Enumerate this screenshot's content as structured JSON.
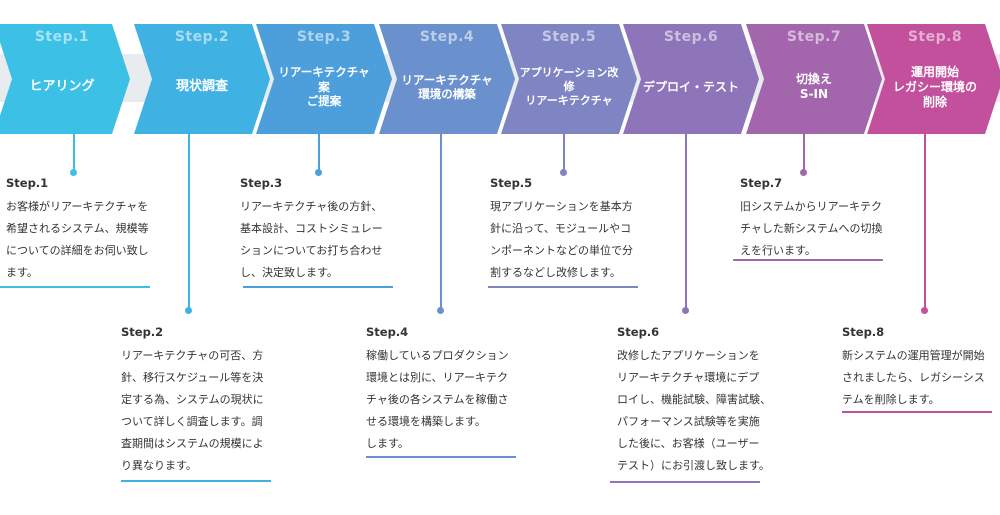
{
  "steps": [
    {
      "no": "Step.1",
      "title": "ヒアリング",
      "desc_title": "Step.1",
      "desc": "お客様がリアーキテクチャを\n希望されるシステム、規模等\nについての詳細をお伺い致し\nます。",
      "color": "#3cc0e6"
    },
    {
      "no": "Step.2",
      "title": "現状調査",
      "desc_title": "Step.2",
      "desc": "リアーキテクチャの可否、方\n針、移行スケジュール等を決\n定する為、システムの現状に\nついて詳しく調査します。調\n査期間はシステムの規模によ\nり異なります。",
      "color": "#3fb2e3"
    },
    {
      "no": "Step.3",
      "title": "リアーキテクチャ案\nご提案",
      "desc_title": "Step.3",
      "desc": "リアーキテクチャ後の方針、\n基本設計、コストシミュレー\nションについてお打ち合わせ\nし、決定致します。",
      "color": "#4d9fdb"
    },
    {
      "no": "Step.4",
      "title": "リアーキテクチャ\n環境の構築",
      "desc_title": "Step.4",
      "desc": "稼働しているプロダクション\n環境とは別に、リアーキテク\nチャ後の各システムを稼働さ\nせる環境を構築します。\nします。",
      "color": "#6a90cd"
    },
    {
      "no": "Step.5",
      "title": "アプリケーション改修\nリアーキテクチャ",
      "desc_title": "Step.5",
      "desc": "現アプリケーションを基本方\n針に沿って、モジュールやコ\nンポーネントなどの単位で分\n割するなどし改修します。",
      "color": "#7f85c3"
    },
    {
      "no": "Step.6",
      "title": "デプロイ・テスト",
      "desc_title": "Step.6",
      "desc": "改修したアプリケーションを\nリアーキテクチャ環境にデプ\nロイし、機能試験、障害試験、\nパフォーマンス試験等を実施\nした後に、お客様（ユーザー\nテスト）にお引渡し致します。",
      "color": "#8e74b8"
    },
    {
      "no": "Step.7",
      "title": "切換え\nS-IN",
      "desc_title": "Step.7",
      "desc": "旧システムからリアーキテク\nチャした新システムへの切換\nえを行います。",
      "color": "#a366ad"
    },
    {
      "no": "Step.8",
      "title": "運用開始\nレガシー環境の\n削除",
      "desc_title": "Step.8",
      "desc": "新システムの運用管理が開始\nされましたら、レガシーシス\nテムを削除します。",
      "color": "#c2509c"
    }
  ]
}
